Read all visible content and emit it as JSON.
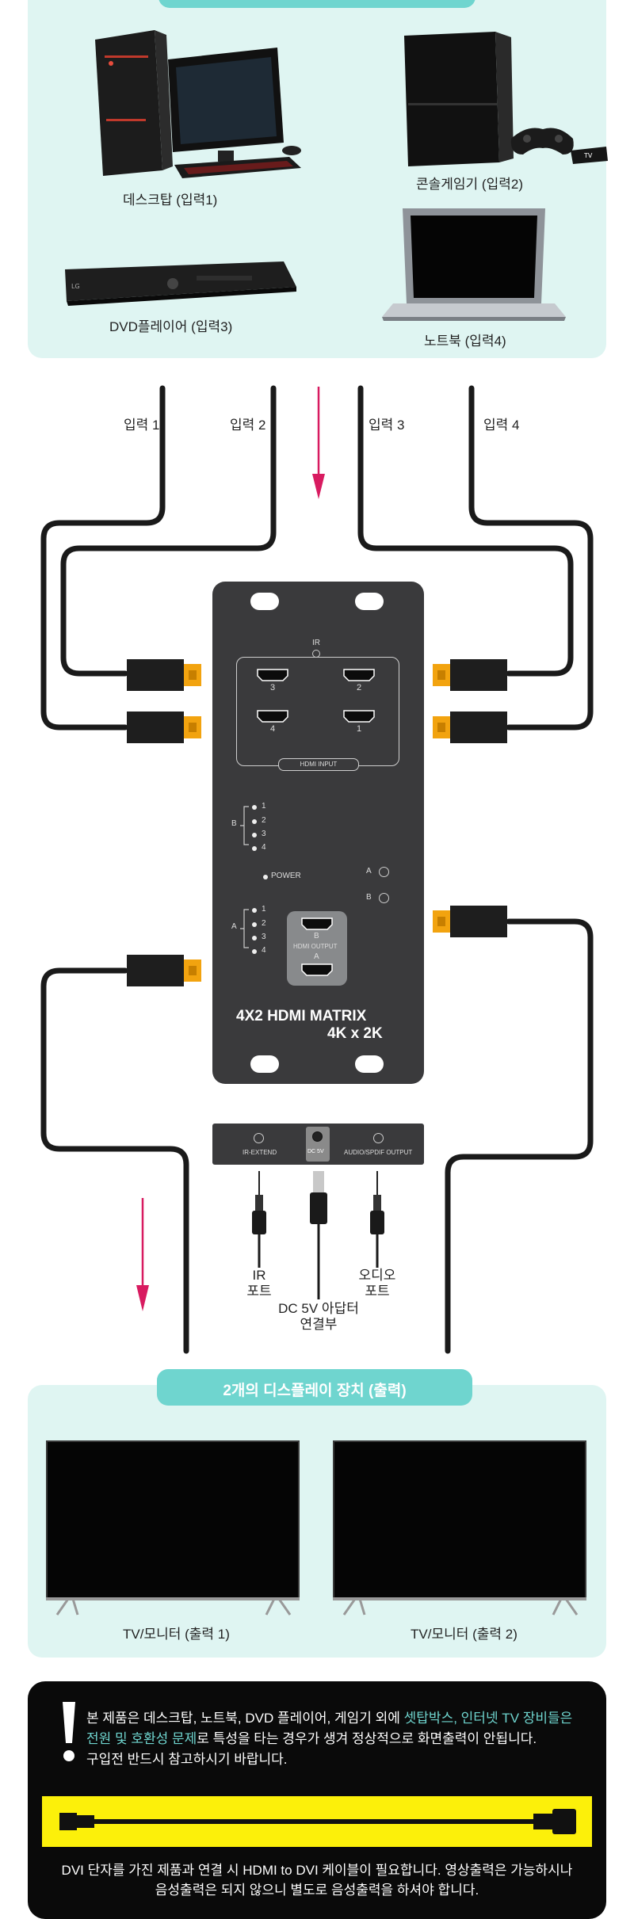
{
  "sources": {
    "desktop": "데스크탑 (입력1)",
    "console": "콘솔게임기 (입력2)",
    "dvd": "DVD플레이어 (입력3)",
    "notebook": "노트북 (입력4)"
  },
  "wire_labels": {
    "in1": "입력 1",
    "in2": "입력 2",
    "in3": "입력 3",
    "in4": "입력 4"
  },
  "device": {
    "ir": "IR",
    "hdmi_input": "HDMI INPUT",
    "ports": [
      "3",
      "2",
      "4",
      "1"
    ],
    "b_label": "B",
    "a_label": "A",
    "led_numbers": [
      "1",
      "2",
      "3",
      "4"
    ],
    "power": "POWER",
    "out_a": "A",
    "out_b": "B",
    "hdmi_output": "HDMI OUTPUT",
    "out_box_b": "B",
    "out_box_a": "A",
    "brand_line1": "4X2 HDMI MATRIX",
    "brand_line2": "4K x 2K",
    "strip_ir_extend": "IR-EXTEND",
    "strip_dc": "DC 5V",
    "strip_audio": "AUDIO/SPDIF OUTPUT"
  },
  "connectors": {
    "ir_port_line1": "IR",
    "ir_port_line2": "포트",
    "dc_line1": "DC 5V 아답터",
    "dc_line2": "연결부",
    "audio_line1": "오디오",
    "audio_line2": "포트"
  },
  "output_title": "2개의 디스플레이 장치 (출력)",
  "outputs": {
    "tv1": "TV/모니터 (출력 1)",
    "tv2": "TV/모니터 (출력 2)"
  },
  "notice": {
    "p1_a": "본 제품은 데스크탑, 노트북, DVD 플레이어, 게임기 외에 ",
    "p1_hl1": "셋탑박스, 인터넷 TV 장비들은",
    "p1_hl2": "전원 및 호환성 문제",
    "p1_b": "로 특성을 타는 경우가 생겨 정상적으로 화면출력이 안됩니다.",
    "p1_c": "구입전 반드시 참고하시기 바랍니다.",
    "p2_a": "DVI 단자를 가진 제품과 연결 시 HDMI to DVI 케이블이 필요합니다. 영상출력은 가능하시나",
    "p2_b": "음성출력은 되지 않으니 별도로 음성출력을 하셔야 합니다."
  },
  "colors": {
    "teal_panel": "#dff5f2",
    "teal_pill": "#6fd5cf",
    "arrow": "#d81b60",
    "device": "#3a3a3c",
    "plug": "#f2a30f",
    "notice_bg": "#0a0a0a",
    "notice_bar": "#fcf00a"
  }
}
